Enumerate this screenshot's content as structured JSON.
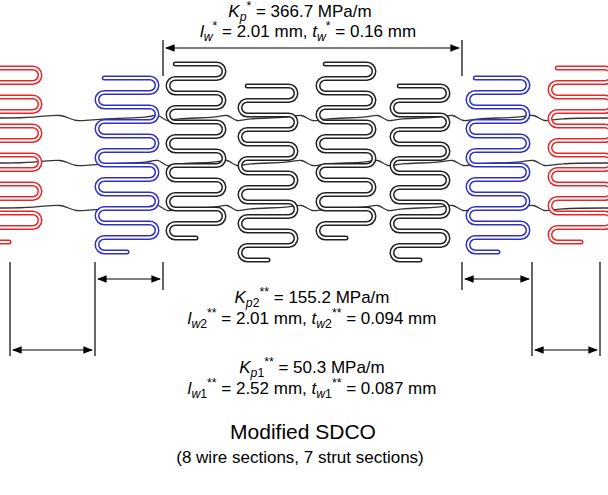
{
  "diagram": {
    "caption": "Modified SDCO",
    "labels": [
      "Kp* = 366.7 MPa/m",
      "lw* = 2.01 mm, tw* = 0.16 mm",
      "Kp2** = 155.2 MPa/m",
      "lw2** = 2.01 mm, tw2** = 0.094 mm",
      "Kp1** = 50.3 MPa/m",
      "lw1** = 2.52 mm, tw1** = 0.087 mm",
      "(8 wire sections, 7 strut sections)"
    ]
  }
}
